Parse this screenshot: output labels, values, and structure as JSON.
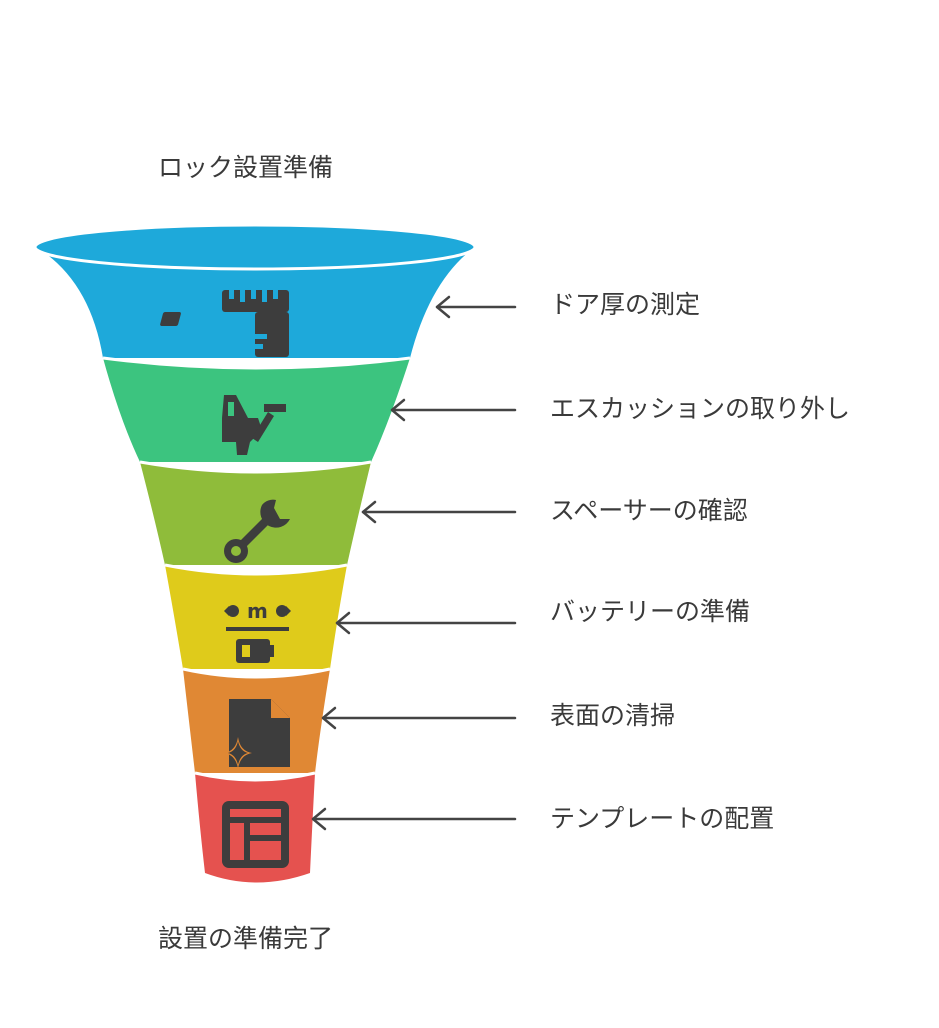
{
  "diagram": {
    "top_label": "ロック設置準備",
    "bottom_label": "設置の準備完了",
    "stages": [
      {
        "label": "ドア厚の測定",
        "color": "#1EA9DA",
        "icon": "ruler-icon"
      },
      {
        "label": "エスカッションの取り外し",
        "color": "#3CC47F",
        "icon": "tools-icon"
      },
      {
        "label": "スペーサーの確認",
        "color": "#8FBC3A",
        "icon": "wrench-icon"
      },
      {
        "label": "バッテリーの準備",
        "color": "#DFCB1B",
        "icon": "battery-icon"
      },
      {
        "label": "表面の清掃",
        "color": "#E08834",
        "icon": "clean-file-icon"
      },
      {
        "label": "テンプレートの配置",
        "color": "#E5524F",
        "icon": "template-icon"
      }
    ],
    "icon_color": "#3d3d3d",
    "arrow_color": "#444444"
  }
}
